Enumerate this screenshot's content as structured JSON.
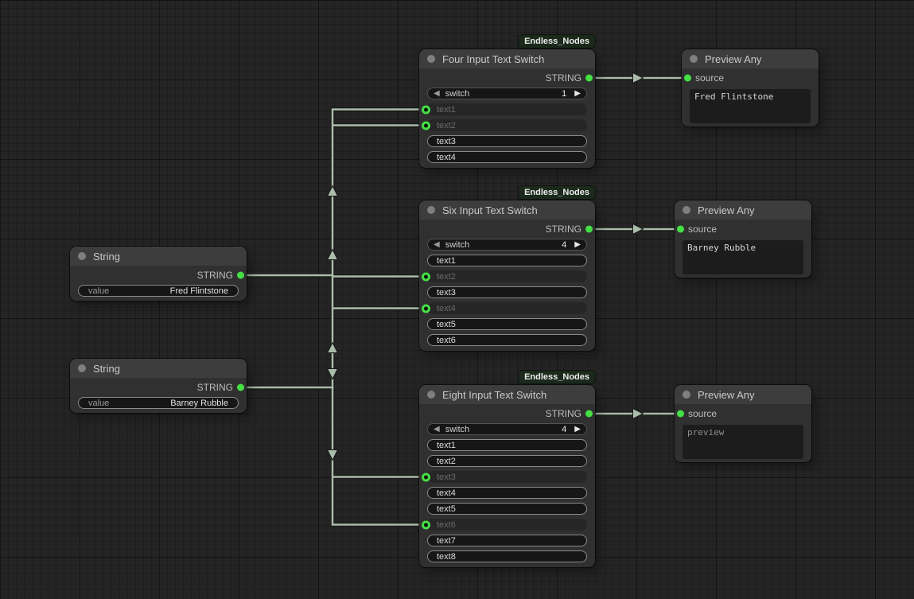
{
  "canvas": {
    "badge_label": "Endless_Nodes"
  },
  "icons": {
    "decrement_arrow": "◀",
    "increment_arrow": "▶"
  },
  "colors": {
    "slot_green": "#44e044",
    "wire": "#aabcaa",
    "badge_bg": "#1b2a1b",
    "node_body": "#303030",
    "node_title": "#3d3d3d"
  },
  "nodes": {
    "string1": {
      "title": "String",
      "output_label": "STRING",
      "value_label": "value",
      "value": "Fred Flintstone"
    },
    "string2": {
      "title": "String",
      "output_label": "STRING",
      "value_label": "value",
      "value": "Barney Rubble"
    },
    "four": {
      "title": "Four Input Text Switch",
      "output_label": "STRING",
      "switch_label": "switch",
      "switch_value": "1",
      "rows": [
        {
          "label": "text1",
          "connected": true
        },
        {
          "label": "text2",
          "connected": true
        },
        {
          "label": "text3",
          "connected": false
        },
        {
          "label": "text4",
          "connected": false
        }
      ]
    },
    "six": {
      "title": "Six Input Text Switch",
      "output_label": "STRING",
      "switch_label": "switch",
      "switch_value": "4",
      "rows": [
        {
          "label": "text1",
          "connected": false
        },
        {
          "label": "text2",
          "connected": true
        },
        {
          "label": "text3",
          "connected": false
        },
        {
          "label": "text4",
          "connected": true
        },
        {
          "label": "text5",
          "connected": false
        },
        {
          "label": "text6",
          "connected": false
        }
      ]
    },
    "eight": {
      "title": "Eight Input Text Switch",
      "output_label": "STRING",
      "switch_label": "switch",
      "switch_value": "4",
      "rows": [
        {
          "label": "text1",
          "connected": false
        },
        {
          "label": "text2",
          "connected": false
        },
        {
          "label": "text3",
          "connected": true
        },
        {
          "label": "text4",
          "connected": false
        },
        {
          "label": "text5",
          "connected": false
        },
        {
          "label": "text6",
          "connected": true
        },
        {
          "label": "text7",
          "connected": false
        },
        {
          "label": "text8",
          "connected": false
        }
      ]
    },
    "preview1": {
      "title": "Preview Any",
      "input_label": "source",
      "text": "Fred Flintstone"
    },
    "preview2": {
      "title": "Preview Any",
      "input_label": "source",
      "text": "Barney Rubble"
    },
    "preview3": {
      "title": "Preview Any",
      "input_label": "source",
      "text": "preview"
    }
  }
}
